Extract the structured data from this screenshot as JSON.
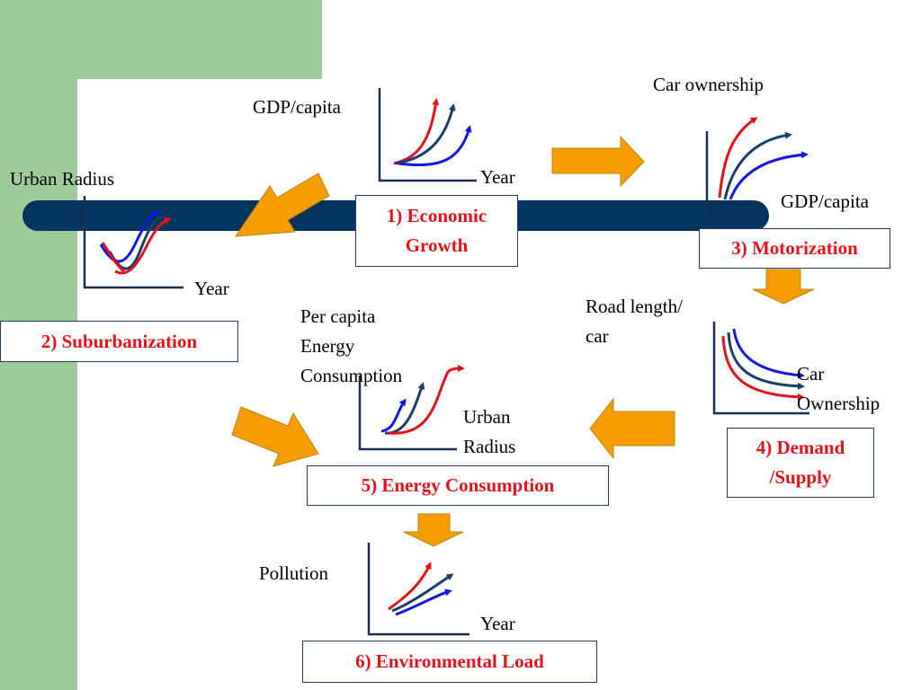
{
  "colors": {
    "background_green": "#9dcc98",
    "banner_navy": "#05345f",
    "arrow_orange": "#f59c00",
    "curve_red": "#e3121b",
    "curve_navy": "#1a3f66",
    "curve_blue": "#1418e0",
    "box_text_red": "#e3121b"
  },
  "nodes": {
    "economic_growth": {
      "title": "1) Economic Growth",
      "title_line1": "1) Economic",
      "title_line2": "Growth",
      "y_axis": "GDP/capita",
      "x_axis": "Year"
    },
    "suburbanization": {
      "title": "2) Suburbanization",
      "y_axis": "Urban Radius",
      "x_axis": "Year"
    },
    "motorization": {
      "title": "3) Motorization",
      "y_axis": "Car ownership",
      "x_axis": "GDP/capita"
    },
    "demand_supply": {
      "title_line1": "4) Demand",
      "title_line2": "/Supply",
      "y_axis_line1": "Road length/",
      "y_axis_line2": "car",
      "x_axis_line1": "Car",
      "x_axis_line2": "Ownership"
    },
    "energy_consumption": {
      "title": "5) Energy Consumption",
      "y_axis_line1": "Per capita",
      "y_axis_line2": "Energy",
      "y_axis_line3": "Consumption",
      "x_axis_line1": "Urban",
      "x_axis_line2": "Radius"
    },
    "environmental_load": {
      "title": "6) Environmental Load",
      "y_axis": "Pollution",
      "x_axis": "Year"
    }
  }
}
